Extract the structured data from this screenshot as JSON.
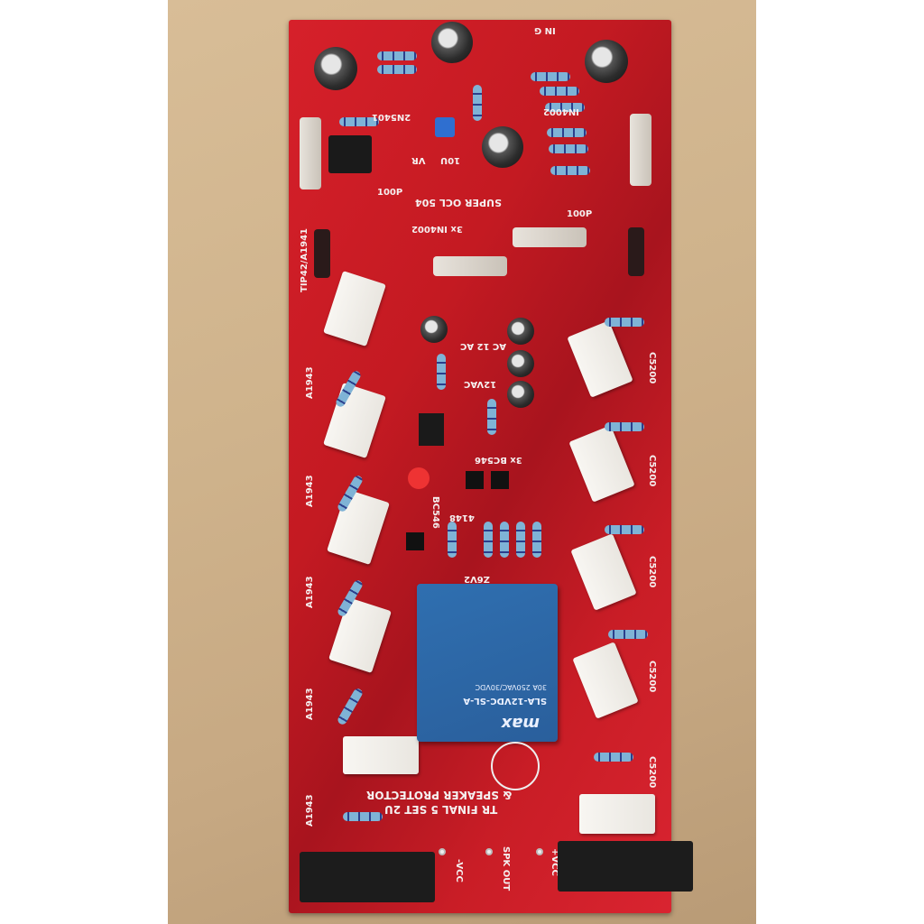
{
  "board": {
    "title": "SUPER OCL 504",
    "footer_line1": "TR FINAL 5 SET 2U",
    "footer_line2": "& SPEAKER PROTECTOR",
    "labels": {
      "diodes": "3x IN4002",
      "driver": "TIP42/A1941",
      "pnp": "A1943",
      "npn": "C5200",
      "small_tr": "3x BC546",
      "bc": "BC546",
      "ac": "12VAC",
      "ac_in": "AC 12 AC",
      "tr_in": "2N5401",
      "diode": "IN4002",
      "cap": "100P",
      "cap2": "10U",
      "vr": "VR",
      "zener": "Z6V2",
      "d4148": "4148",
      "spk_out": "SPK OUT",
      "vcc_neg": "-VCC",
      "vcc_pos": "+VCC",
      "in": "IN G"
    }
  },
  "relay": {
    "brand": "max",
    "model": "SLA-12VDC-SL-A",
    "rating": "30A 250VAC/30VDC"
  },
  "colors": {
    "board": "#c41a22",
    "relay": "#2f6fb0",
    "silkscreen": "#f5f0f0"
  }
}
